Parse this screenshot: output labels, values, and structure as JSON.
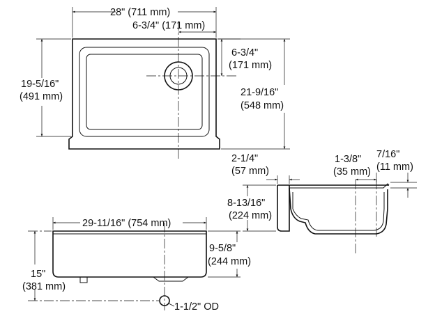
{
  "top_view": {
    "width_label": "28\" (711 mm)",
    "drain_offset_label": "6-3/4\" (171 mm)",
    "drain_from_back_in": "6-3/4\"",
    "drain_from_back_mm": "(171 mm)",
    "inner_depth_in": "19-5/16\"",
    "inner_depth_mm": "(491 mm)",
    "overall_depth_in": "21-9/16\"",
    "overall_depth_mm": "(548 mm)"
  },
  "side_view": {
    "apron_in": "2-1/4\"",
    "apron_mm": "(57 mm)",
    "rim_in": "1-3/8\"",
    "rim_mm": "(35 mm)",
    "lip_in": "7/16\"",
    "lip_mm": "(11 mm)",
    "height_in": "8-13/16\"",
    "height_mm": "(224 mm)"
  },
  "front_view": {
    "width_label": "29-11/16\" (754 mm)",
    "bowl_depth_in": "9-5/8\"",
    "bowl_depth_mm": "(244 mm)",
    "overall_in": "15\"",
    "overall_mm": "(381 mm)",
    "drain_label": "1-1/2\" OD"
  }
}
